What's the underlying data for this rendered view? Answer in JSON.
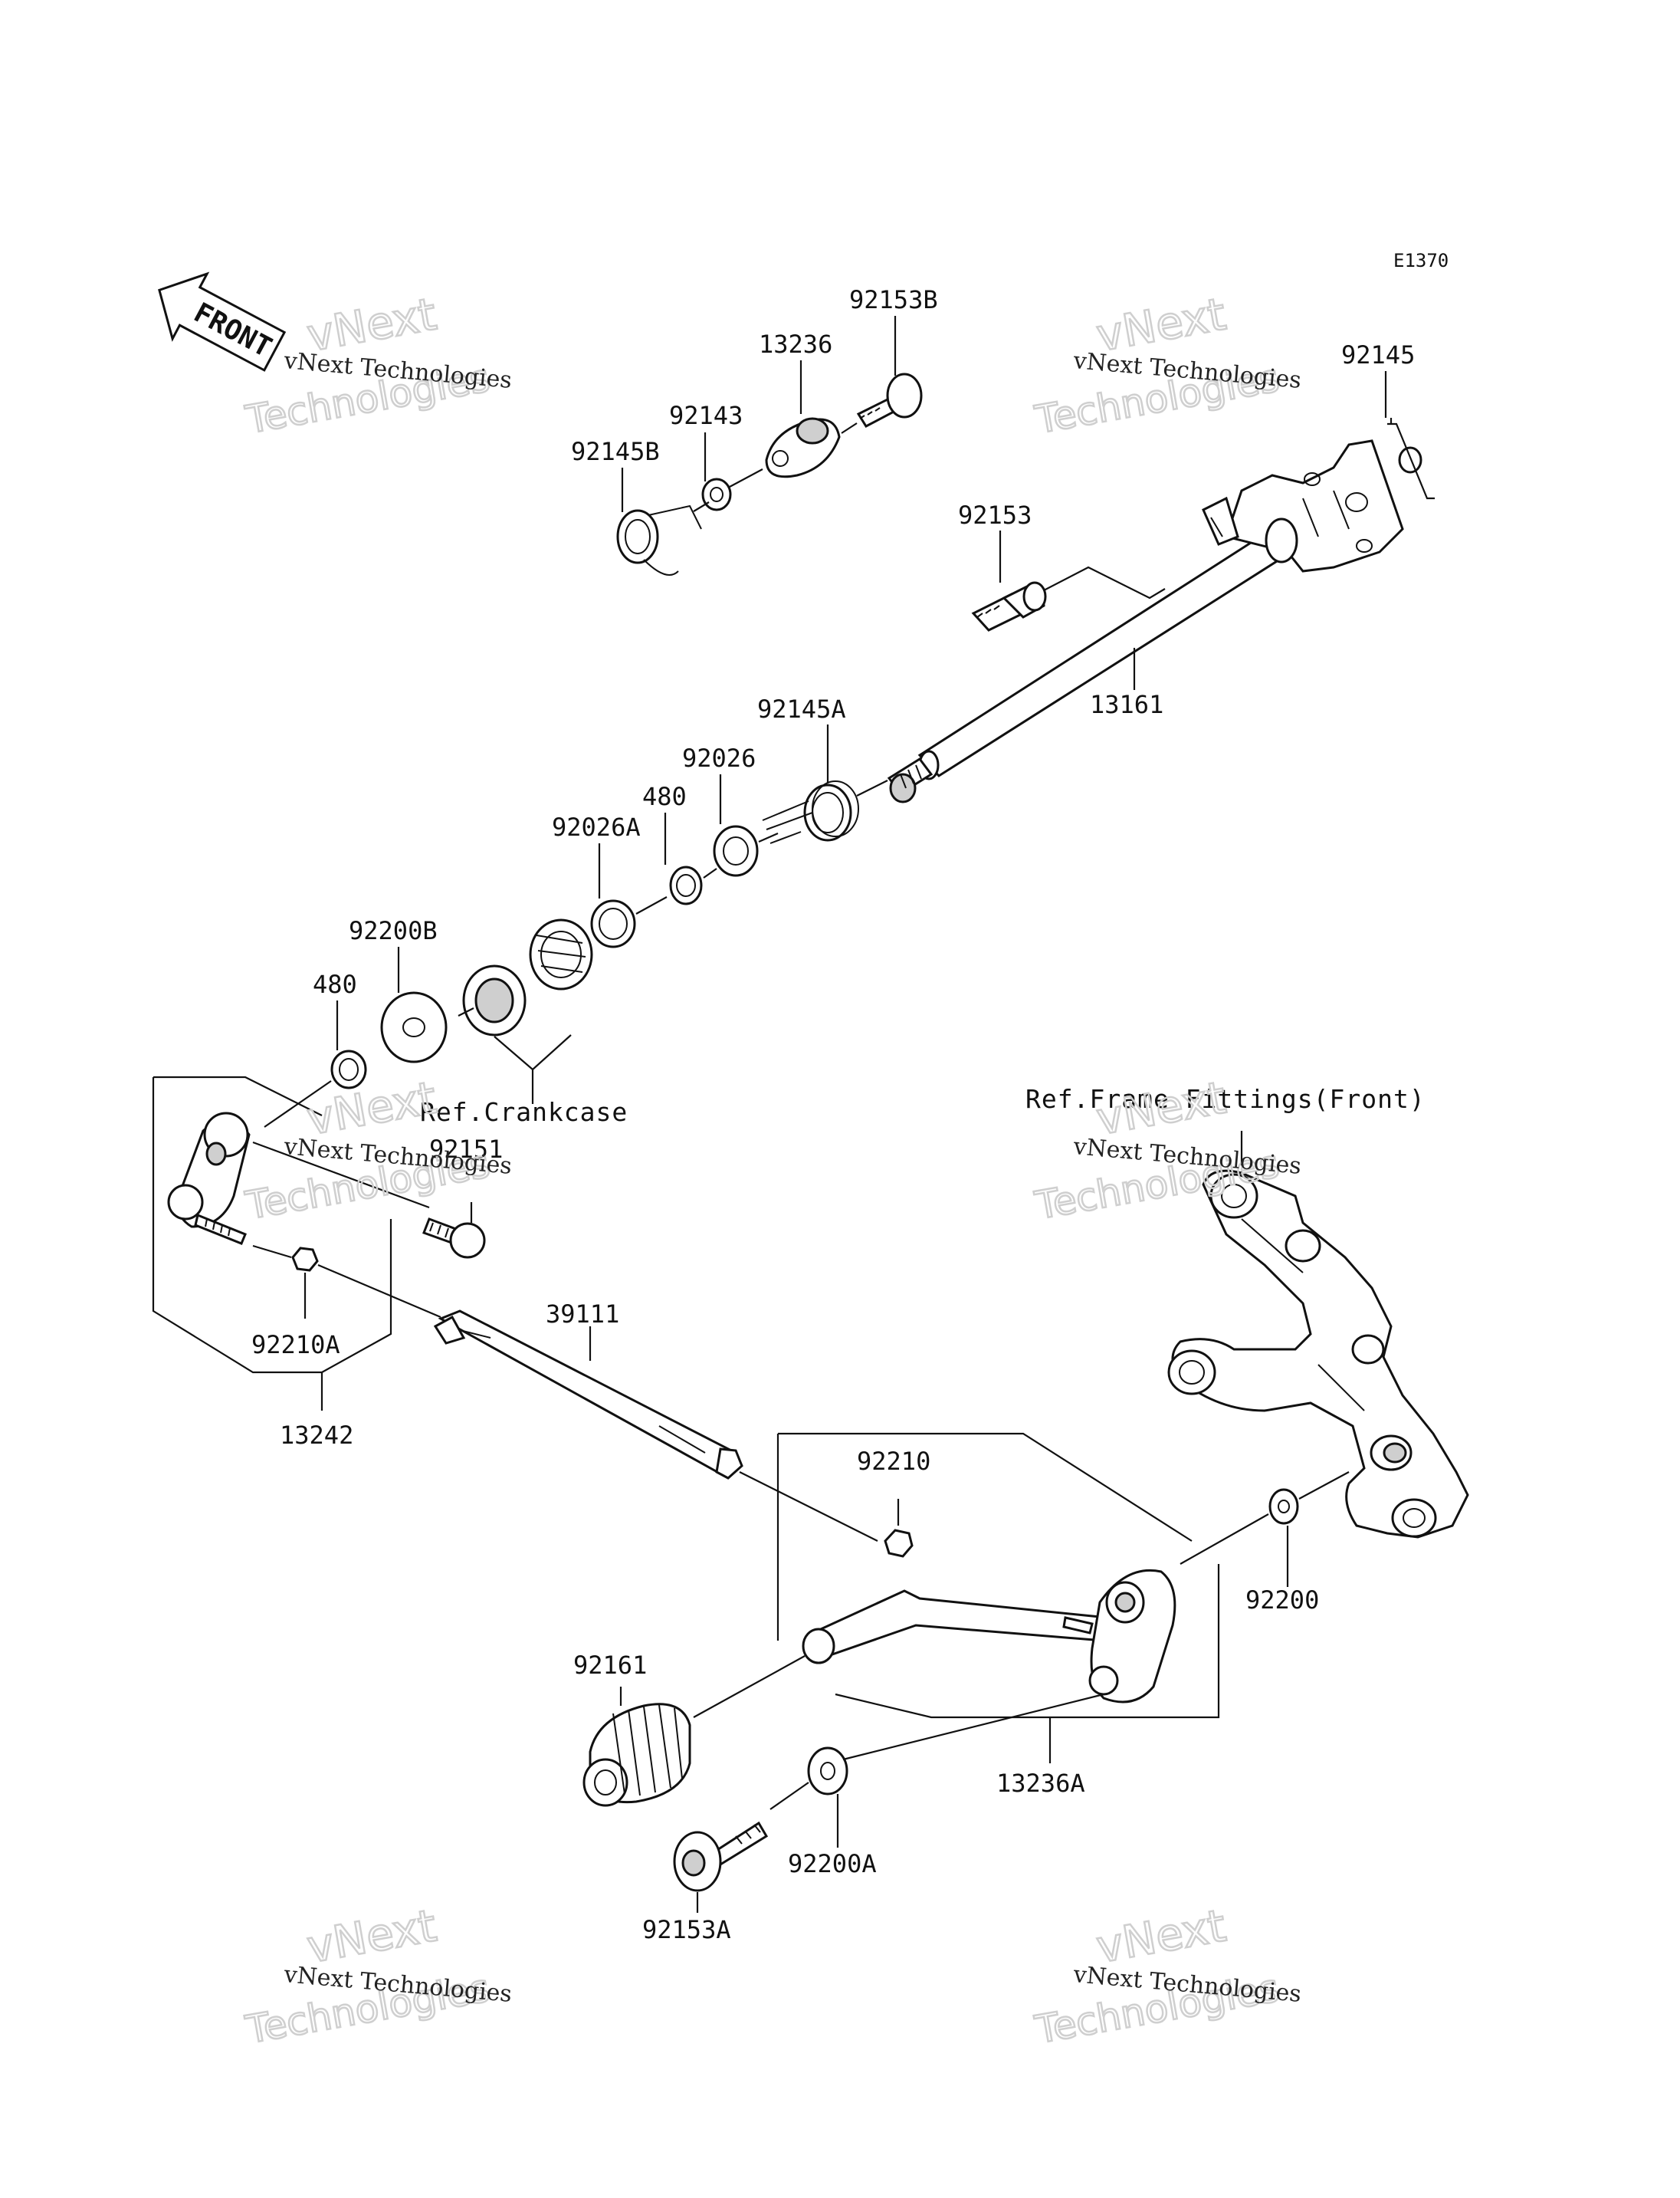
{
  "diagram_code": "E1370",
  "front_indicator": "FRONT",
  "watermark": {
    "line1": "vNext Technologies",
    "line2": "vNext",
    "line3": "Technologies"
  },
  "parts": [
    {
      "id": "p_92153B",
      "label": "92153B"
    },
    {
      "id": "p_13236",
      "label": "13236"
    },
    {
      "id": "p_92143",
      "label": "92143"
    },
    {
      "id": "p_92145B",
      "label": "92145B"
    },
    {
      "id": "p_92145",
      "label": "92145"
    },
    {
      "id": "p_92153",
      "label": "92153"
    },
    {
      "id": "p_13161",
      "label": "13161"
    },
    {
      "id": "p_92145A",
      "label": "92145A"
    },
    {
      "id": "p_92026",
      "label": "92026"
    },
    {
      "id": "p_480a",
      "label": "480"
    },
    {
      "id": "p_92026A",
      "label": "92026A"
    },
    {
      "id": "p_92200B",
      "label": "92200B"
    },
    {
      "id": "p_480b",
      "label": "480"
    },
    {
      "id": "p_92151",
      "label": "92151"
    },
    {
      "id": "p_39111",
      "label": "39111"
    },
    {
      "id": "p_92210A",
      "label": "92210A"
    },
    {
      "id": "p_13242",
      "label": "13242"
    },
    {
      "id": "p_92210",
      "label": "92210"
    },
    {
      "id": "p_92200",
      "label": "92200"
    },
    {
      "id": "p_92161",
      "label": "92161"
    },
    {
      "id": "p_13236A",
      "label": "13236A"
    },
    {
      "id": "p_92200A",
      "label": "92200A"
    },
    {
      "id": "p_92153A",
      "label": "92153A"
    }
  ],
  "references": {
    "crankcase": "Ref.Crankcase",
    "frame_fittings": "Ref.Frame Fittings(Front)"
  }
}
